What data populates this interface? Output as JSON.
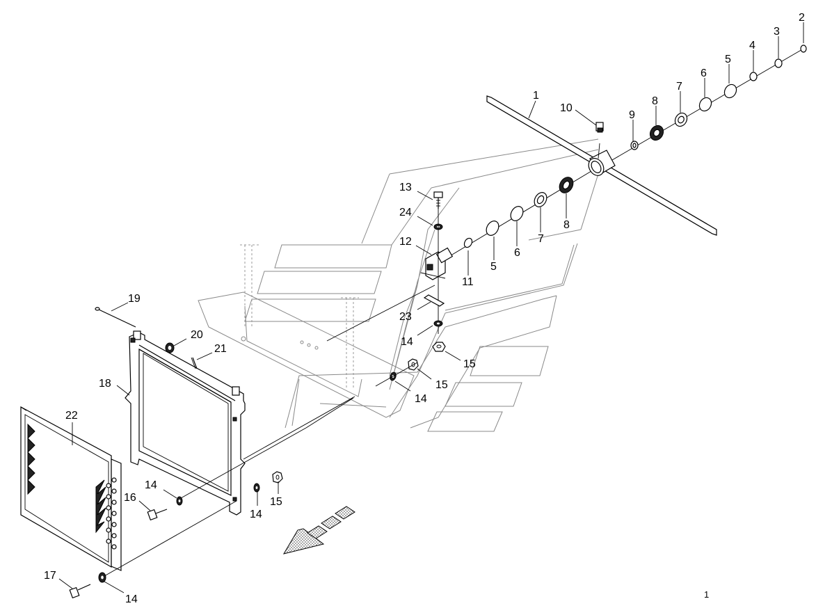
{
  "diagram": {
    "title": "",
    "corner_label": "1",
    "callouts": [
      {
        "id": "c1",
        "text": "1"
      },
      {
        "id": "c2",
        "text": "2"
      },
      {
        "id": "c3",
        "text": "3"
      },
      {
        "id": "c4",
        "text": "4"
      },
      {
        "id": "c5a",
        "text": "5"
      },
      {
        "id": "c6a",
        "text": "6"
      },
      {
        "id": "c7a",
        "text": "7"
      },
      {
        "id": "c8a",
        "text": "8"
      },
      {
        "id": "c9",
        "text": "9"
      },
      {
        "id": "c10",
        "text": "10"
      },
      {
        "id": "c8b",
        "text": "8"
      },
      {
        "id": "c7b",
        "text": "7"
      },
      {
        "id": "c6b",
        "text": "6"
      },
      {
        "id": "c5b",
        "text": "5"
      },
      {
        "id": "c11",
        "text": "11"
      },
      {
        "id": "c12",
        "text": "12"
      },
      {
        "id": "c13",
        "text": "13"
      },
      {
        "id": "c24",
        "text": "24"
      },
      {
        "id": "c23",
        "text": "23"
      },
      {
        "id": "c14a",
        "text": "14"
      },
      {
        "id": "c15a",
        "text": "15"
      },
      {
        "id": "c15b",
        "text": "15"
      },
      {
        "id": "c14b",
        "text": "14"
      },
      {
        "id": "c19",
        "text": "19"
      },
      {
        "id": "c20",
        "text": "20"
      },
      {
        "id": "c21",
        "text": "21"
      },
      {
        "id": "c18",
        "text": "18"
      },
      {
        "id": "c22",
        "text": "22"
      },
      {
        "id": "c14c",
        "text": "14"
      },
      {
        "id": "c16",
        "text": "16"
      },
      {
        "id": "c14d",
        "text": "14"
      },
      {
        "id": "c15c",
        "text": "15"
      },
      {
        "id": "c17",
        "text": "17"
      },
      {
        "id": "c14e",
        "text": "14"
      }
    ]
  }
}
